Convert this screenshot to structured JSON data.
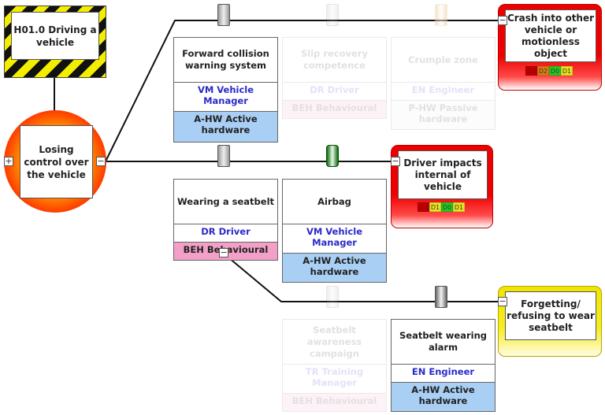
{
  "hazard": {
    "label": "H01.0 Driving a vehicle"
  },
  "top_event": {
    "label": "Losing control over the vehicle",
    "expand_left": "+",
    "collapse_right": "−"
  },
  "barriers": [
    {
      "title": "Forward collision warning system",
      "owner": "VM Vehicle Manager",
      "type": "A-HW Active hardware",
      "valve": "gray",
      "faded": false
    },
    {
      "title": "Slip recovery competence",
      "owner": "DR Driver",
      "type": "BEH Behavioural",
      "valve": "gray",
      "faded": true
    },
    {
      "title": "Crumple zone",
      "owner": "EN Engineer",
      "type": "P-HW Passive hardware",
      "valve": "orange",
      "faded": true
    },
    {
      "title": "Wearing a seatbelt",
      "owner": "DR Driver",
      "type": "BEH Behavioural",
      "valve": "gray",
      "faded": false,
      "toggle": "−"
    },
    {
      "title": "Airbag",
      "owner": "VM Vehicle Manager",
      "type": "A-HW Active hardware",
      "valve": "green",
      "faded": false
    },
    {
      "title": "Seatbelt awareness campaign",
      "owner": "TR Training Manager",
      "type": "BEH Behavioural",
      "valve": "gray",
      "faded": true
    },
    {
      "title": "Seatbelt wearing alarm",
      "owner": "EN Engineer",
      "type": "A-HW Active hardware",
      "valve": "dark",
      "faded": false
    }
  ],
  "consequences": [
    {
      "label": "Crash into other vehicle or motionless object",
      "toggle": "−",
      "ratings": [
        {
          "text": "D4",
          "color": "#c00000"
        },
        {
          "text": "D2",
          "color": "#e07a10"
        },
        {
          "text": "D0",
          "color": "#22cc22"
        },
        {
          "text": "D1",
          "color": "#e6e620"
        }
      ]
    },
    {
      "label": "Driver impacts internal of vehicle",
      "toggle": "−",
      "ratings": [
        {
          "text": "D4",
          "color": "#c00000"
        },
        {
          "text": "D1",
          "color": "#e6e620"
        },
        {
          "text": "D0",
          "color": "#22cc22"
        },
        {
          "text": "D1",
          "color": "#e6e620"
        }
      ]
    },
    {
      "label": "Forgetting/ refusing to wear seatbelt",
      "toggle": "−",
      "ratings": []
    }
  ],
  "colors": {
    "active_hw": "#a9cff5",
    "behavioural": "#f3a0c8",
    "owner_text": "#2a2ac8"
  }
}
